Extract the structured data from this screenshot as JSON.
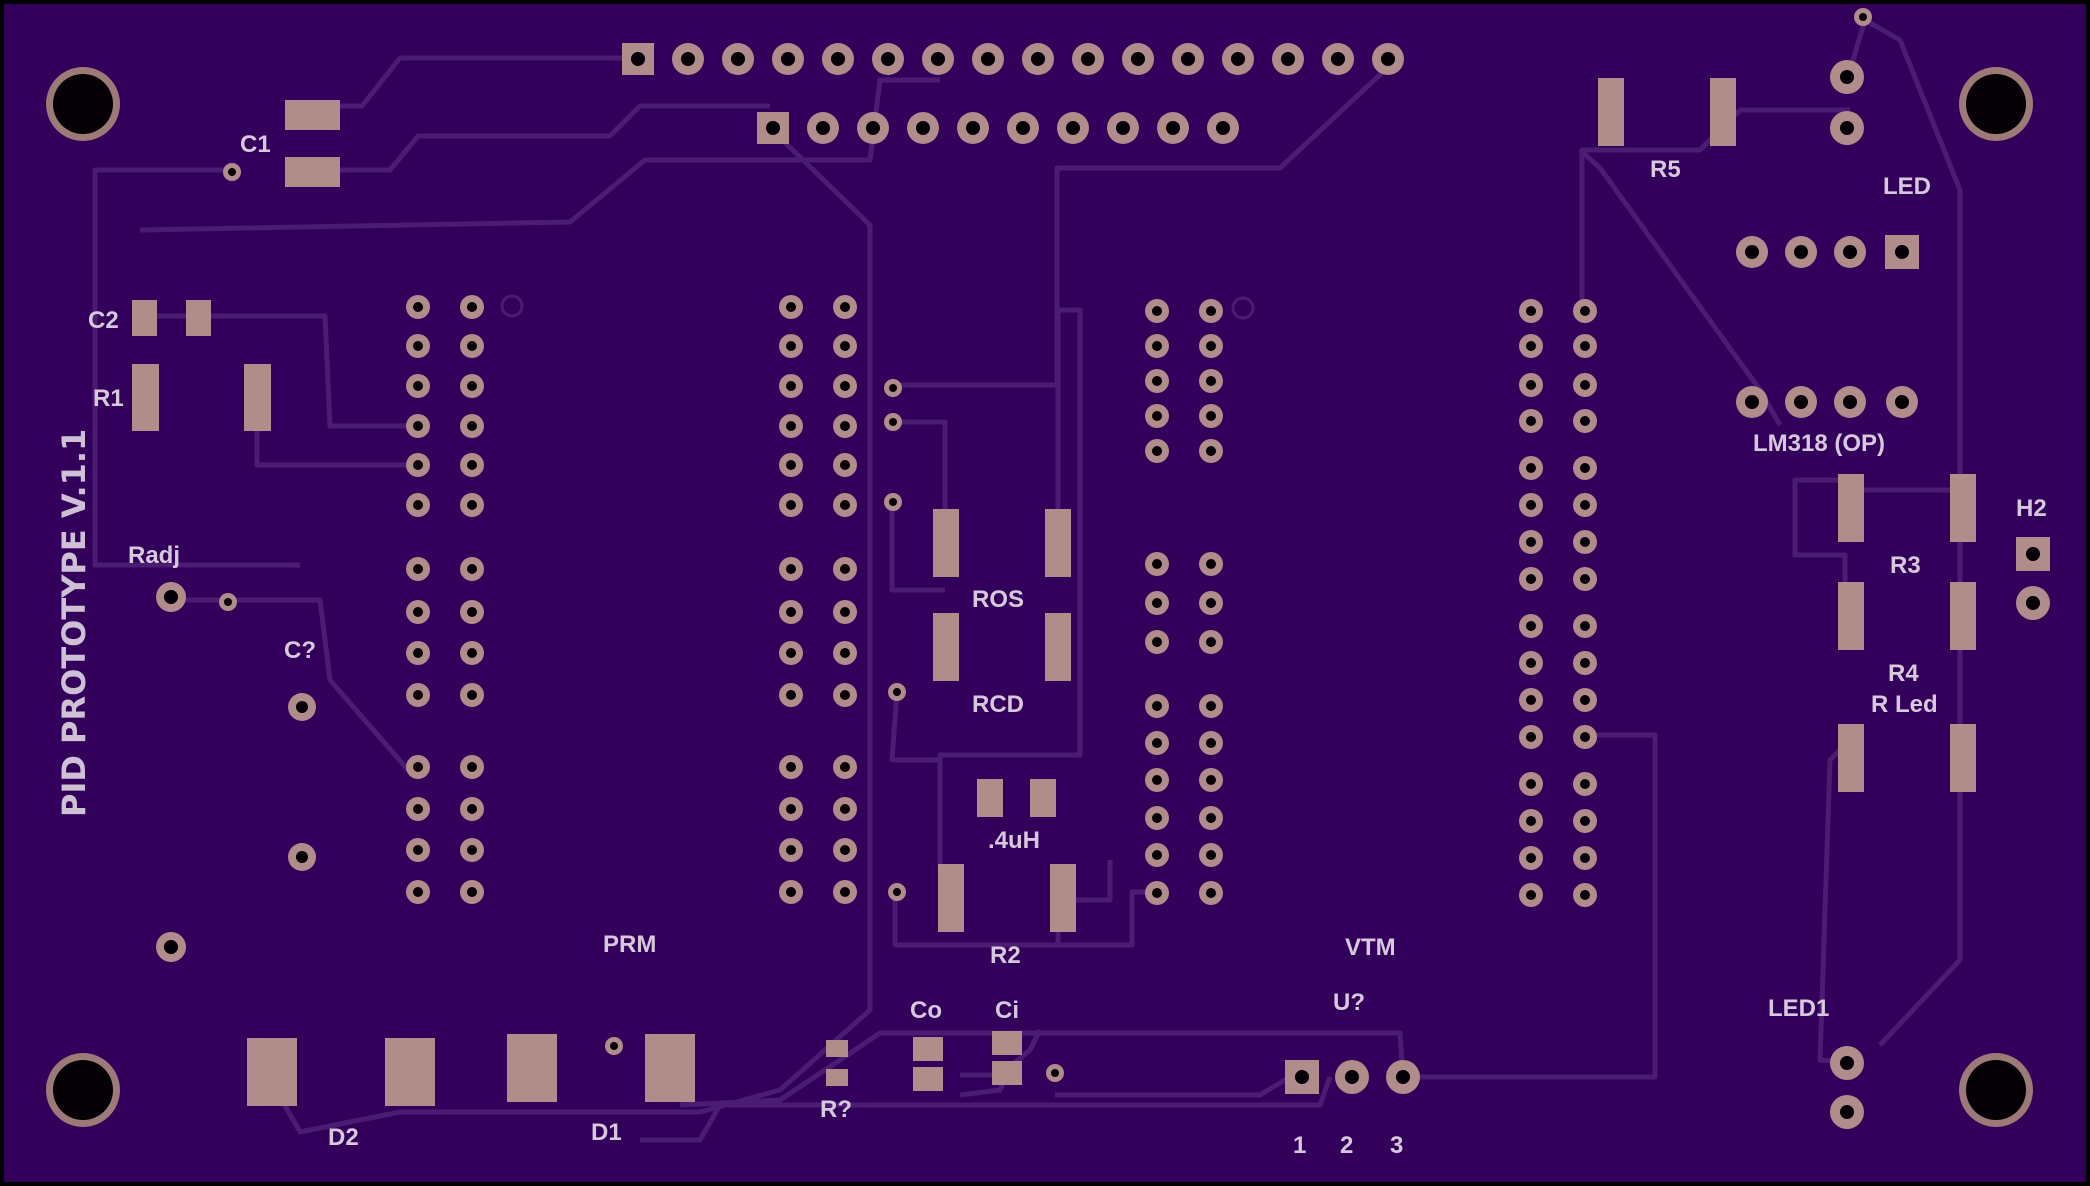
{
  "board": {
    "title": "PID PROTOTYPE V.1.1",
    "colors": {
      "substrate": "#32005a",
      "border": "#000000",
      "trace": "#4a1c72",
      "pad": "#b08d8a",
      "pad_dark": "#7a5f5c",
      "drill": "#050005",
      "silkscreen": "#d8c8dc"
    }
  },
  "labels": {
    "c1": "C1",
    "c2": "C2",
    "r1": "R1",
    "radj": "Radj",
    "c_unknown": "C?",
    "prm": "PRM",
    "d1": "D1",
    "d2": "D2",
    "r_unknown": "R?",
    "co": "Co",
    "ci": "Ci",
    "ros": "ROS",
    "rcd": "RCD",
    "inductor": ".4uH",
    "r2": "R2",
    "vtm": "VTM",
    "u_unknown": "U?",
    "pin1": "1",
    "pin2": "2",
    "pin3": "3",
    "r5": "R5",
    "led": "LED",
    "opamp": "LM318 (OP)",
    "h2": "H2",
    "r3": "R3",
    "r4": "R4",
    "r_led": "R Led",
    "led1": "LED1"
  }
}
